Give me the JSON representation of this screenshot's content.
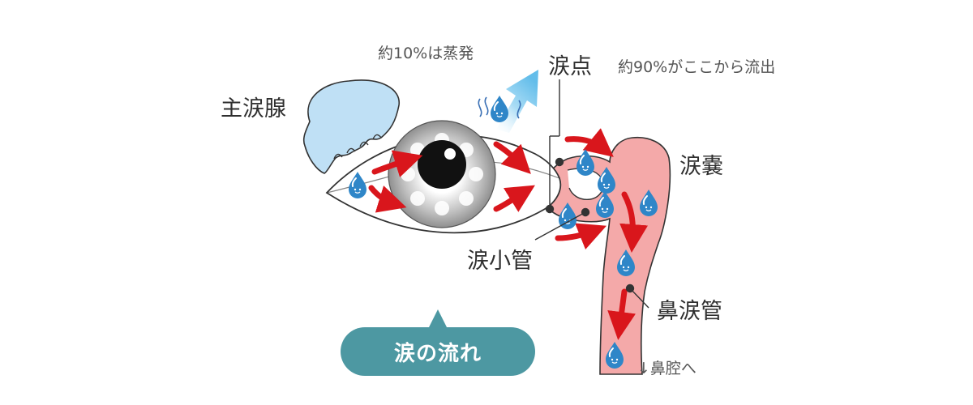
{
  "labels": {
    "lacrimal_gland": "主涙腺",
    "punctum": "涙点",
    "lacrimal_sac": "涙嚢",
    "canaliculus": "涙小管",
    "nasolacrimal_duct": "鼻涙管",
    "evaporation": "約10%は蒸発",
    "outflow": "約90%がここから流出",
    "to_nasal_cavity": "↓鼻腔へ"
  },
  "badge": {
    "title": "涙の流れ"
  },
  "colors": {
    "gland_fill": "#bfe0f5",
    "tear_path": "#f4a9a9",
    "arrow_red": "#d9161c",
    "drop_blue": "#2f86c8",
    "badge_teal": "#4d98a2",
    "vapor_arrow": "#72c5ec"
  },
  "icons": [
    "tear-drop-icon",
    "vapor-arrow-icon",
    "flow-arrow-icon"
  ]
}
